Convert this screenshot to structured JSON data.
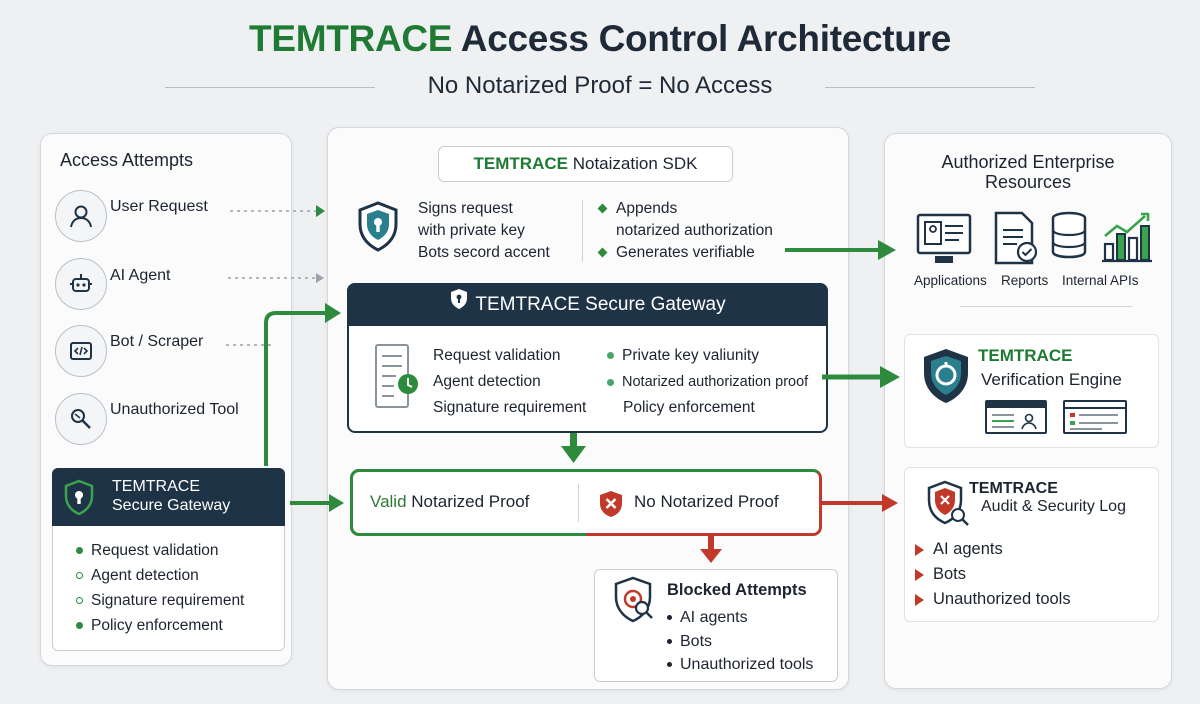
{
  "header": {
    "title_brand": "TEMTRACE",
    "title_rest": "Access Control Architecture",
    "subtitle": "No Notarized Proof = No Access"
  },
  "left": {
    "heading": "Access Attempts",
    "attempts": [
      "User Request",
      "AI Agent",
      "Bot / Scraper",
      "Unauthorized Tool"
    ],
    "gateway": {
      "title_line1": "TEMTRACE",
      "title_line2": "Secure Gateway",
      "items": [
        "Request validation",
        "Agent detection",
        "Signature requirement",
        "Policy enforcement"
      ]
    }
  },
  "center": {
    "sdk": {
      "title_brand": "TEMTRACE",
      "title_rest": "Notaization SDK",
      "left_lines": [
        "Signs request",
        "with private key",
        "Bots secord accent"
      ],
      "right_lines": [
        "Appends",
        "notarized authorization",
        "Generates verifiable"
      ]
    },
    "gateway": {
      "title_brand": "TEMTRACE",
      "title_rest": "Secure Gateway",
      "col1": [
        "Request validation",
        "Agent detection",
        "Signature requirement"
      ],
      "col2": [
        "Private key valiunity",
        "Notarized authorization proof",
        "Policy enforcement"
      ]
    },
    "decision": {
      "valid_strong": "Valid",
      "valid_rest": "Notarized Proof",
      "invalid": "No Notarized Proof"
    },
    "blocked": {
      "title": "Blocked Attempts",
      "items": [
        "AI agents",
        "Bots",
        "Unauthorized tools"
      ]
    }
  },
  "right": {
    "resources": {
      "heading_line1": "Authorized Enterprise",
      "heading_line2": "Resources",
      "items": [
        "Applications",
        "Reports",
        "Internal APIs"
      ]
    },
    "verification": {
      "brand": "TEMTRACE",
      "title": "Verification Engine"
    },
    "audit": {
      "brand": "TEMTRACE",
      "title": "Audit & Security Log",
      "items": [
        "AI agents",
        "Bots",
        "Unauthorized tools"
      ]
    }
  },
  "colors": {
    "brand_green": "#1f7a34",
    "navy": "#1f3347",
    "flow_green": "#2e8b3e",
    "block_red": "#c0392b"
  }
}
